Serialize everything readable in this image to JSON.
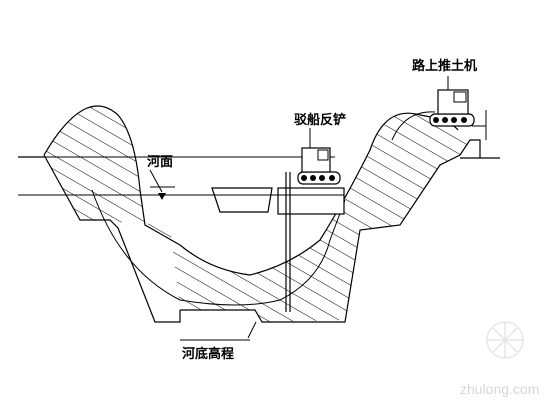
{
  "labels": {
    "land_excavator": "路上推土机",
    "boat_excavator": "驳船反铲",
    "water_surface": "河面",
    "riverbed_elevation": "河底高程"
  },
  "watermark": {
    "text": "zhulong.com"
  }
}
